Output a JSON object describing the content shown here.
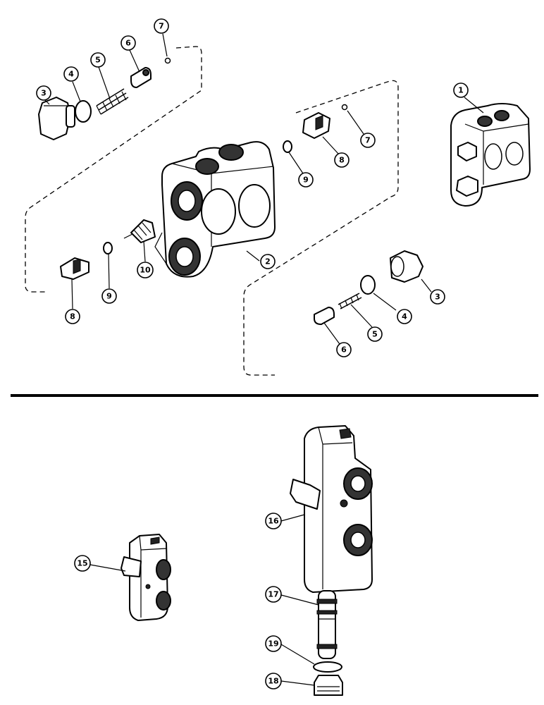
{
  "callouts": {
    "c1": "1",
    "c2": "2",
    "c3a": "3",
    "c3b": "3",
    "c4a": "4",
    "c4b": "4",
    "c5a": "5",
    "c5b": "5",
    "c6a": "6",
    "c6b": "6",
    "c7a": "7",
    "c7b": "7",
    "c8a": "8",
    "c8b": "8",
    "c9a": "9",
    "c9b": "9",
    "c10": "10",
    "c15": "15",
    "c16": "16",
    "c17": "17",
    "c18": "18",
    "c19": "19"
  }
}
